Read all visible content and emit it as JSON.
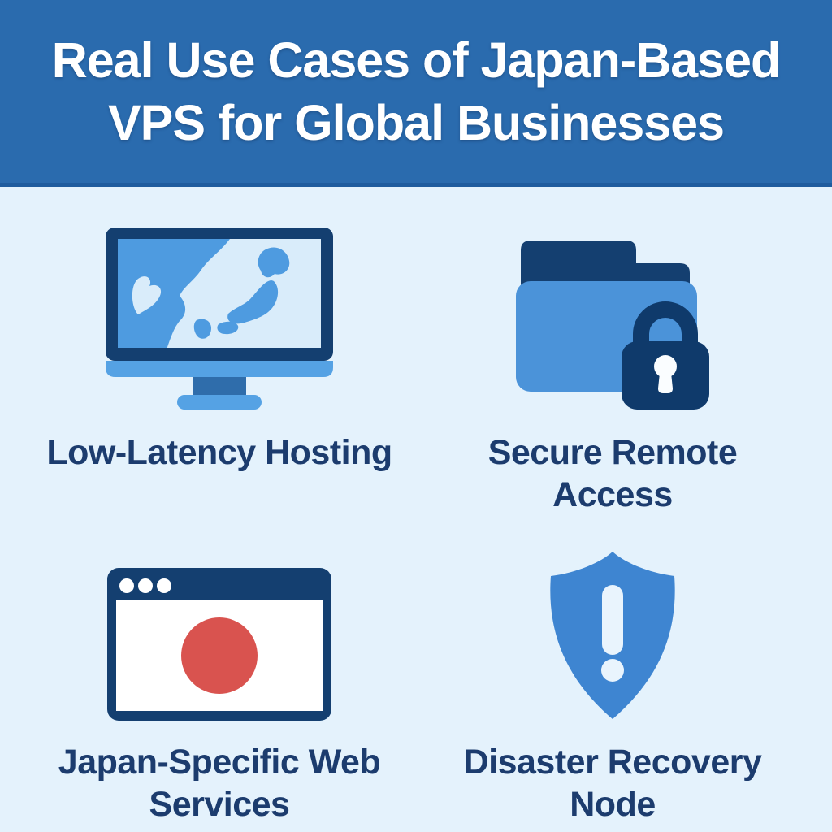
{
  "header": {
    "title_line1": "Real Use Cases of Japan-Based",
    "title_line2": "VPS for Global Businesses"
  },
  "cards": [
    {
      "label": "Low-Latency Hosting",
      "icon": "monitor-japan-map-icon"
    },
    {
      "label": "Secure Remote Access",
      "icon": "folder-lock-icon"
    },
    {
      "label": "Japan-Specific Web Services",
      "icon": "browser-japan-flag-icon"
    },
    {
      "label": "Disaster Recovery Node",
      "icon": "shield-alert-icon"
    }
  ],
  "colors": {
    "page_bg": "#e4f2fc",
    "header_bg": "#2a6bae",
    "header_border": "#1f5c9e",
    "title_color": "#ffffff",
    "label_color": "#1c3c6e",
    "navy": "#143f70",
    "map_blue": "#4e9be0",
    "screen_bg": "#d9ecfa",
    "chin_blue": "#55a2e4",
    "neck_blue": "#2f6dab",
    "folder_front": "#4b93d9",
    "lock_navy": "#0f3a6b",
    "lock_white": "#fafdff",
    "browser_white": "#ffffff",
    "flag_red": "#d9534f",
    "shield_blue": "#3e85d1",
    "excl_color": "#e9f4fd"
  }
}
